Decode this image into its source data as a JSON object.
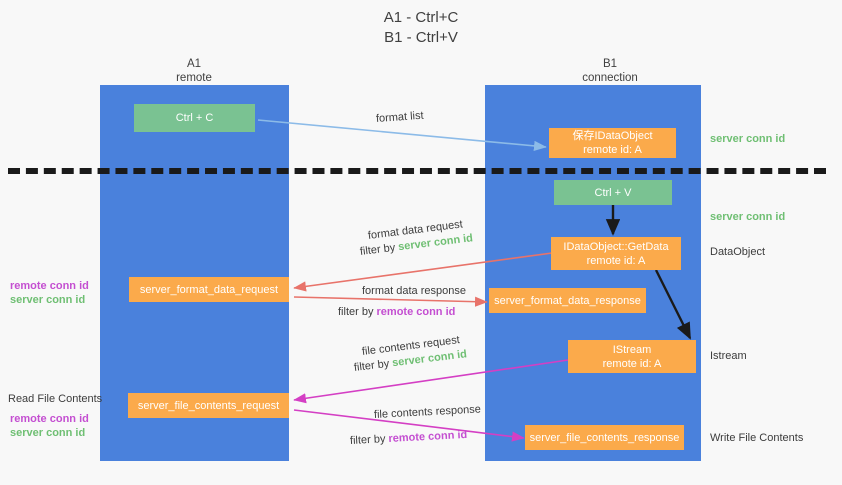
{
  "title": {
    "line1": "A1 - Ctrl+C",
    "line2": "B1 - Ctrl+V"
  },
  "columns": {
    "left": {
      "name": "A1",
      "role": "remote"
    },
    "right": {
      "name": "B1",
      "role": "connection"
    }
  },
  "colors": {
    "panel": "#4a81dc",
    "node_orange": "#fbaa4b",
    "node_green": "#7ac292",
    "server_conn_id": "#6fbf73",
    "remote_conn_id": "#c44fd1",
    "arrow_format_list": "#8cbbe8",
    "arrow_format_data": "#e8736a",
    "arrow_file_contents": "#d43fc4",
    "arrow_internal": "#1a1a1a",
    "background": "#f8f8f8"
  },
  "nodes": {
    "ctrl_c": {
      "label": "Ctrl + C"
    },
    "save_idataobject": {
      "line1": "保存IDataObject",
      "line2": "remote id: A"
    },
    "ctrl_v": {
      "label": "Ctrl + V"
    },
    "getdata": {
      "line1": "IDataObject::GetData",
      "line2": "remote id: A"
    },
    "istream": {
      "line1": "IStream",
      "line2": "remote id: A"
    },
    "server_format_data_request": {
      "label": "server_format_data_request"
    },
    "server_format_data_response": {
      "label": "server_format_data_response"
    },
    "server_file_contents_request": {
      "label": "server_file_contents_request"
    },
    "server_file_contents_response": {
      "label": "server_file_contents_response"
    }
  },
  "arrow_labels": {
    "format_list": "format list",
    "format_data_request": "format data request",
    "format_data_request_filter_prefix": "filter by ",
    "format_data_request_filter_value": "server conn id",
    "format_data_response": "format data response",
    "format_data_response_filter_prefix": "filter by ",
    "format_data_response_filter_value": "remote conn id",
    "file_contents_request": "file contents request",
    "file_contents_request_filter_prefix": "filter by ",
    "file_contents_request_filter_value": "server conn id",
    "file_contents_response": "file contents response",
    "file_contents_response_filter_prefix": "filter by ",
    "file_contents_response_filter_value": "remote conn id"
  },
  "side_labels": {
    "right_server_conn_id_top": "server conn id",
    "right_server_conn_id_mid": "server conn id",
    "right_dataobject": "DataObject",
    "right_istream": "Istream",
    "right_write_file_contents": "Write File Contents",
    "left_remote_conn_id_1": "remote conn id",
    "left_server_conn_id_1": "server conn id",
    "left_read_file_contents": "Read File Contents",
    "left_remote_conn_id_2": "remote conn id",
    "left_server_conn_id_2": "server conn id"
  }
}
